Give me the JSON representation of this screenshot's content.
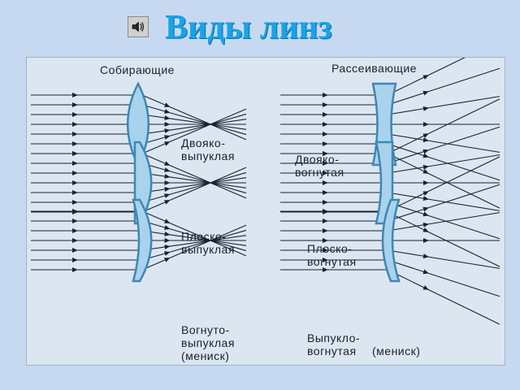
{
  "title": "Виды линз",
  "icons": {
    "speaker": "speaker-icon"
  },
  "colors": {
    "background": "#c7d9f1",
    "title": "#19a4e6",
    "panel": "#dbe6f0",
    "lens_fill": "#a9d2ec",
    "lens_stroke": "#3f87b4",
    "ray": "#1a2233"
  },
  "groups": {
    "converging": "Собирающие",
    "diverging": "Рассеивающие"
  },
  "lenses": {
    "biconvex": [
      "Двояко-",
      "выпуклая"
    ],
    "planoconvex": [
      "Плоско-",
      "выпуклая"
    ],
    "concavoconvex": [
      "Вогнуто-",
      "выпуклая",
      "(мениск)"
    ],
    "biconcave": [
      "Двояко-",
      "вогнутая"
    ],
    "planoconcave": [
      "Плоско-",
      "вогнутая"
    ],
    "convexoconcave": [
      "Выпукло-",
      "вогнутая",
      "(мениск)"
    ]
  }
}
